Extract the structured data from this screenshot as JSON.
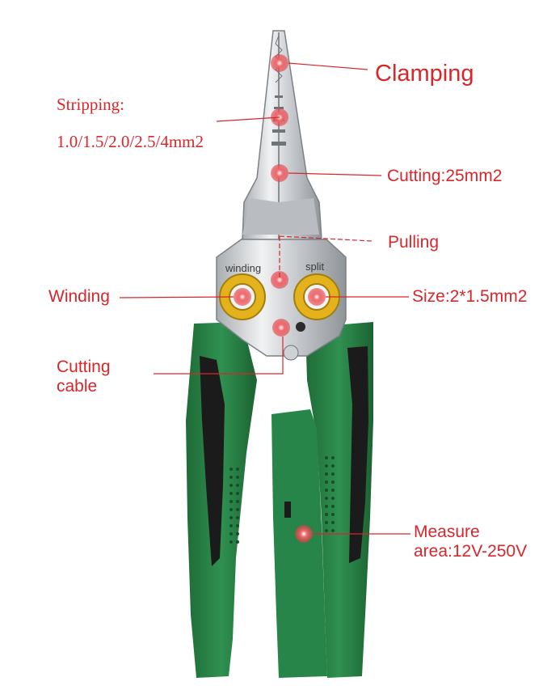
{
  "labels": {
    "clamping": "Clamping",
    "stripping": "Stripping:",
    "stripping_sizes": "1.0/1.5/2.0/2.5/4mm2",
    "cutting": "Cutting:25mm2",
    "pulling": "Pulling",
    "winding": "Winding",
    "size": "Size:2*1.5mm2",
    "cutting_cable_line1": "Cutting",
    "cutting_cable_line2": "cable",
    "measure_line1": "Measure",
    "measure_line2": "area:12V-250V"
  },
  "tool_markings": {
    "winding": "winding",
    "split": "split"
  },
  "colors": {
    "label": "#d8262b",
    "handle_green": "#2e8a4a",
    "handle_black": "#1b1b1b",
    "steel": "#d9dbdd",
    "ring": "#e3b21c"
  }
}
